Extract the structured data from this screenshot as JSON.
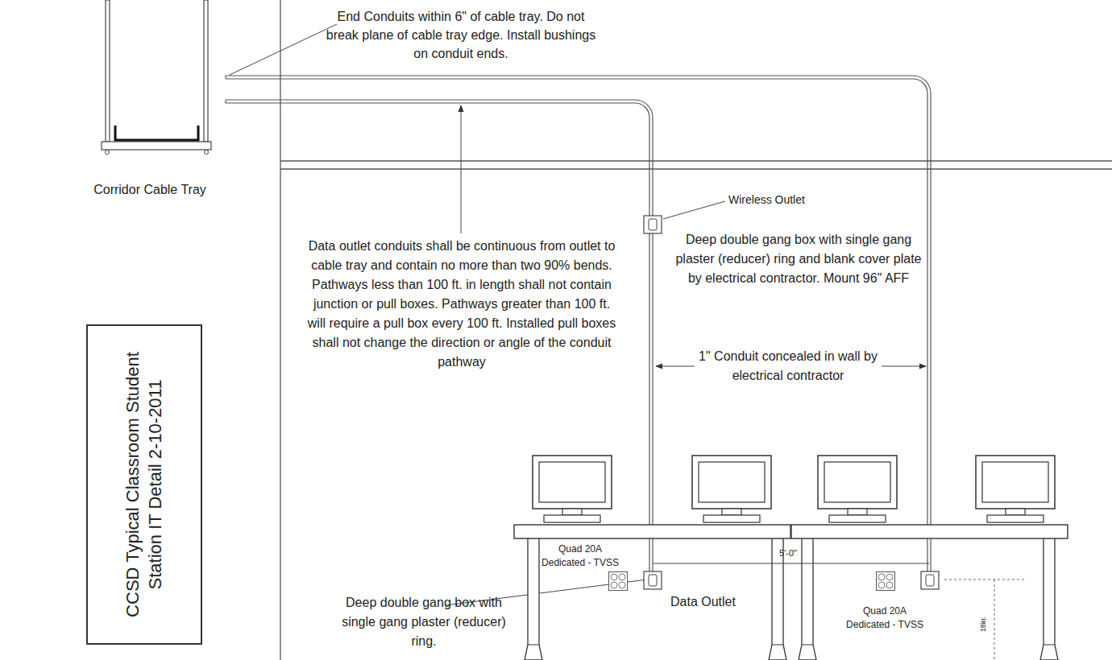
{
  "diagram": {
    "nodes": [
      {
        "text": [
          "CCSD Typical Classroom Student Station IT Detail 2-10-2011"
        ]
      }
    ],
    "labels": [
      "End Conduits within 6\" of cable tray. Do not break plane of cable tray edge. Install bushings on conduit ends.",
      "Corridor Cable Tray",
      "Wireless Outlet",
      "Deep double gang box with single gang plaster (reducer) ring and blank cover plate by electrical contractor. Mount 96\" AFF",
      "Data outlet conduits shall be continuous from outlet to cable tray and contain no more than two 90% bends. Pathways less than 100 ft. in length shall not contain junction or pull boxes. Pathways greater than 100 ft. will require a pull box every 100 ft. Installed pull boxes shall not change the direction or angle of the conduit pathway",
      "1\" Conduit concealed in wall by electrical contractor",
      "Quad 20A Dedicated - TVSS",
      "5'-0\"",
      "Data Outlet",
      "Quad 20A Dedicated - TVSS",
      "18in.",
      "Deep double gang box with single gang plaster (reducer) ring."
    ]
  }
}
